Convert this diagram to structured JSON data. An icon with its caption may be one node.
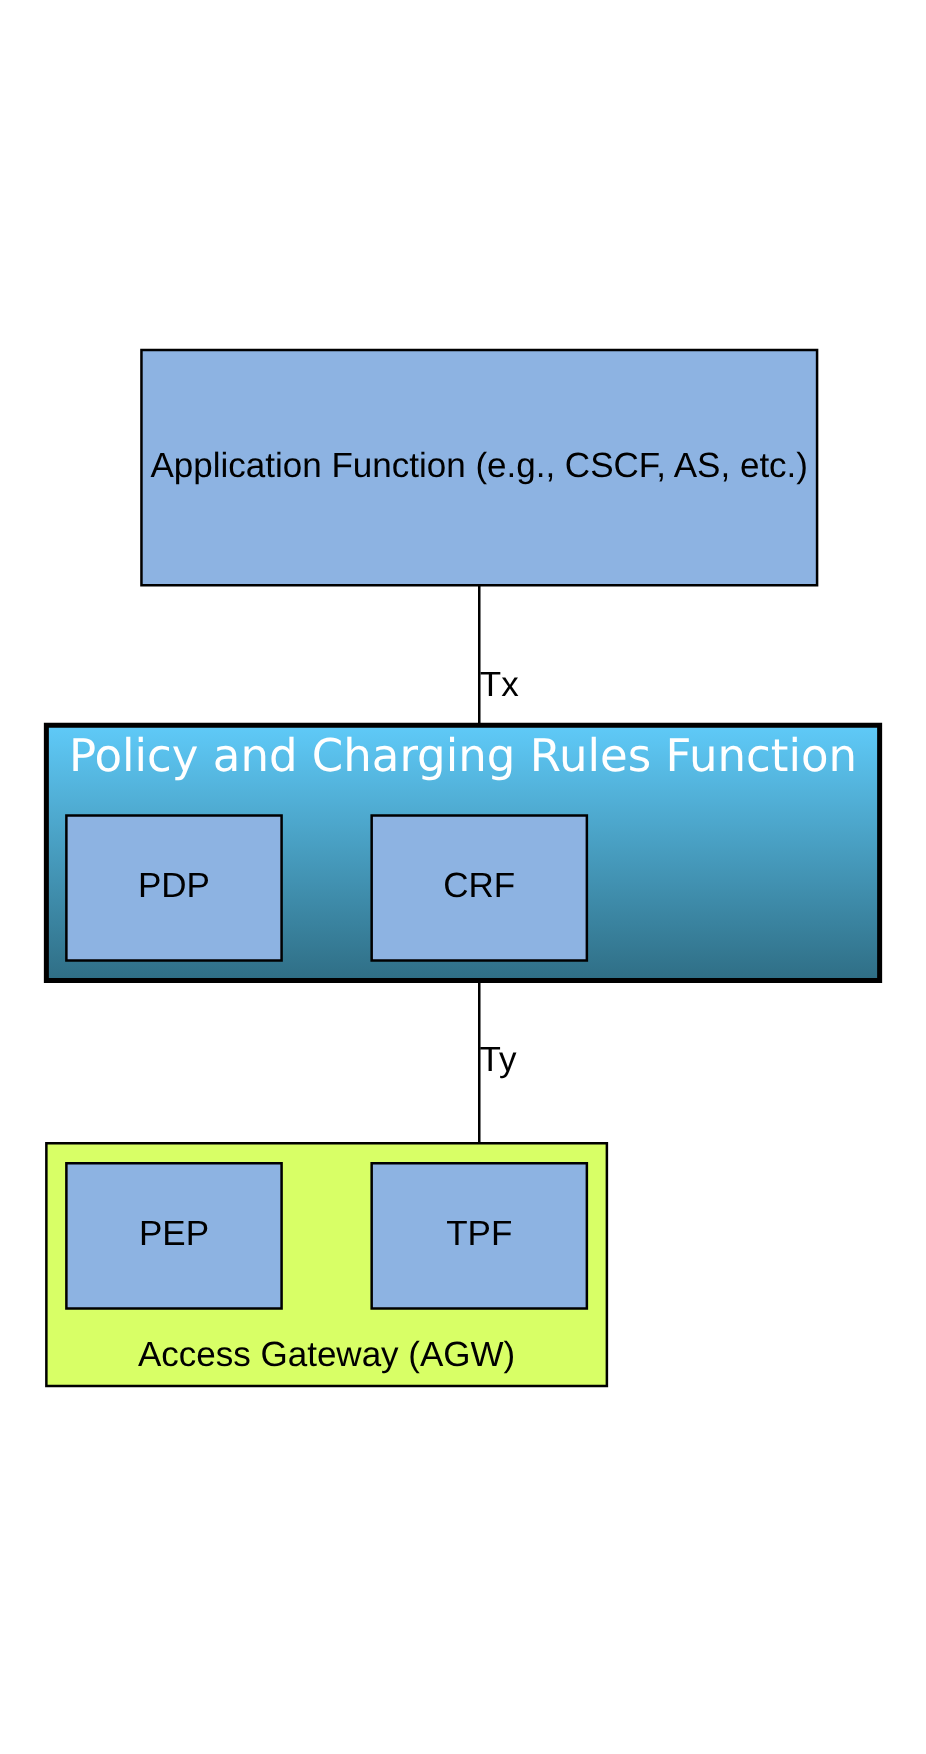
{
  "diagram": {
    "nodes": [
      {
        "text": [
          "Application Function (e.g., CSCF, AS, etc.)"
        ]
      },
      {
        "text": [
          "Policy and Charging Rules Function"
        ]
      },
      {
        "text": [
          "CRF"
        ],
        "in": 1
      },
      {
        "text": [
          "PDP"
        ],
        "in": 1
      },
      {
        "text": [
          "Access Gateway (AGW)"
        ]
      },
      {
        "text": [
          "TPF"
        ],
        "in": 4
      },
      {
        "text": [
          "PEP"
        ],
        "in": 4
      }
    ],
    "edges": [
      {
        "from": 0,
        "to": 1,
        "arrow": "none",
        "label": "Tx"
      },
      {
        "from": 1,
        "to": 4,
        "arrow": "none",
        "label": "Ty"
      }
    ]
  }
}
